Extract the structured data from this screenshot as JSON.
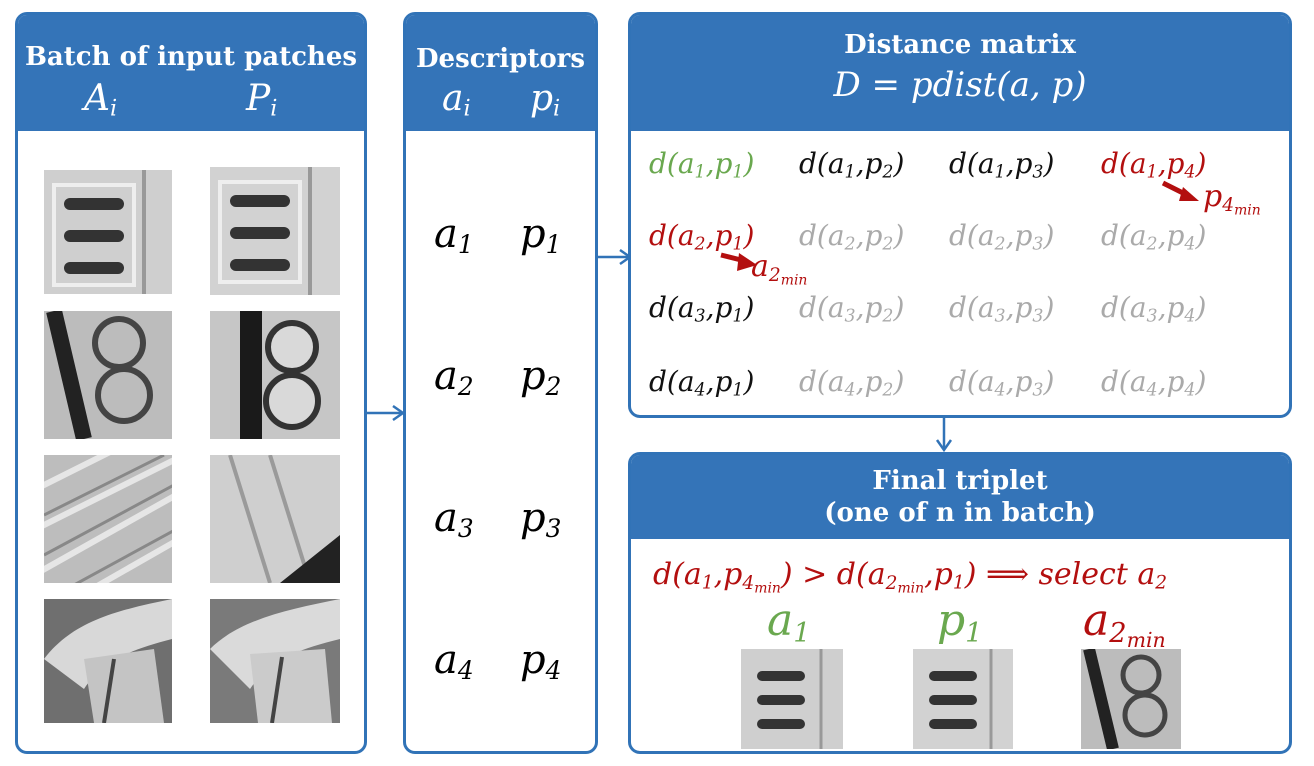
{
  "panels": {
    "batch": {
      "title": "Batch of input patches",
      "col_a": "A",
      "col_a_sub": "i",
      "col_p": "P",
      "col_p_sub": "i"
    },
    "descriptors": {
      "title": "Descriptors",
      "col_a": "a",
      "col_a_sub": "i",
      "col_p": "p",
      "col_p_sub": "i"
    },
    "distance": {
      "title": "Distance matrix",
      "formula": "D = pdist(a, p)"
    },
    "final": {
      "title_line1": "Final triplet",
      "title_line2": "(one of n in batch)"
    }
  },
  "descriptor_rows": [
    {
      "a": "a",
      "a_sub": "1",
      "p": "p",
      "p_sub": "1"
    },
    {
      "a": "a",
      "a_sub": "2",
      "p": "p",
      "p_sub": "2"
    },
    {
      "a": "a",
      "a_sub": "3",
      "p": "p",
      "p_sub": "3"
    },
    {
      "a": "a",
      "a_sub": "4",
      "p": "p",
      "p_sub": "4"
    }
  ],
  "matrix": {
    "cells": [
      [
        "d(a1,p1)",
        "d(a1,p2)",
        "d(a1,p3)",
        "d(a1,p4)"
      ],
      [
        "d(a2,p1)",
        "d(a2,p2)",
        "d(a2,p3)",
        "d(a2,p4)"
      ],
      [
        "d(a3,p1)",
        "d(a3,p2)",
        "d(a3,p3)",
        "d(a3,p4)"
      ],
      [
        "d(a4,p1)",
        "d(a4,p2)",
        "d(a4,p3)",
        "d(a4,p4)"
      ]
    ],
    "p4min_label": "p",
    "p4min_sub": "4",
    "p4min_subsub": "min",
    "a2min_label": "a",
    "a2min_sub": "2",
    "a2min_subsub": "min"
  },
  "final_triplet": {
    "formula_tail": "⟹ select a",
    "select_sub": "2",
    "labels": [
      {
        "text": "a",
        "sub": "1"
      },
      {
        "text": "p",
        "sub": "1"
      },
      {
        "text": "a",
        "sub": "2",
        "subsub": "min"
      }
    ]
  },
  "colors": {
    "panel_border": "#3173b7",
    "header_bg": "#3474b8",
    "positive_green": "#6aa84f",
    "hard_negative_red": "#b30f0f",
    "normal_text": "#111111",
    "faded_text": "#aaaaaa"
  }
}
